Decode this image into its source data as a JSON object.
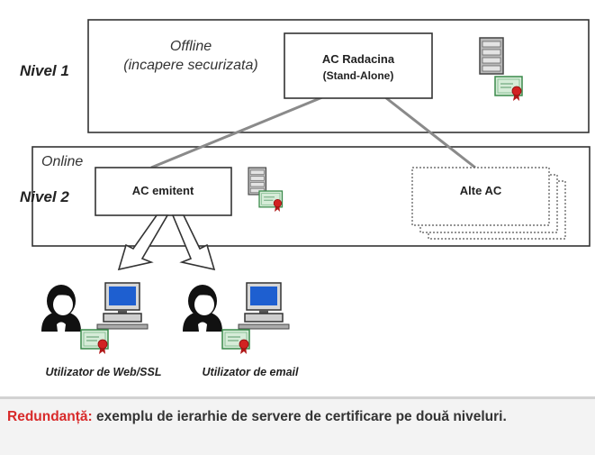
{
  "levels": {
    "nivel1": "Nivel 1",
    "nivel2": "Nivel 2"
  },
  "zones": {
    "offline_line1": "Offline",
    "offline_line2": "(incapere securizata)",
    "online": "Online"
  },
  "nodes": {
    "root_line1": "AC Radacina",
    "root_line2": "(Stand-Alone)",
    "issuer": "AC emitent",
    "others": "Alte AC"
  },
  "users": {
    "web": "Utilizator de Web/SSL",
    "email": "Utilizator de email"
  },
  "icons": [
    "server-icon",
    "certificate-icon",
    "person-icon",
    "computer-icon",
    "arrow-down-icon"
  ],
  "caption": {
    "lead": "Redundanță:",
    "text": " exemplu de ierarhie de servere de certificare pe două niveluri."
  },
  "colors": {
    "accent": "#d82a2a",
    "caption_bg": "#f3f3f3",
    "border": "#333333"
  }
}
